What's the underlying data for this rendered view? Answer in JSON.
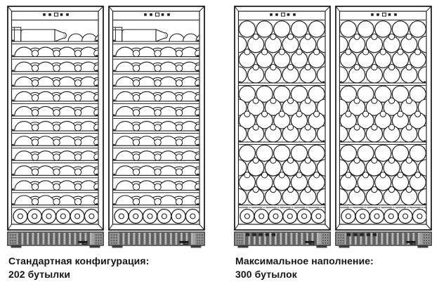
{
  "figures": [
    {
      "caption_line1": "Стандартная конфигурация:",
      "caption_line2": "202 бутылки",
      "fill_type": "shelves",
      "cabinet_count": 2
    },
    {
      "caption_line1": "Максимальное наполнение:",
      "caption_line2": "300 бутылок",
      "fill_type": "bulk",
      "cabinet_count": 2
    }
  ],
  "diagram": {
    "line_color": "#1f1f1f",
    "shadow_color": "#b4b4b4",
    "text_color": "#161616",
    "background": "#ffffff",
    "grille": {
      "base": "#a0a0a0",
      "bar": "#5f5f5f",
      "cap": "#8f8f8f",
      "slot": "#f0f0f0"
    },
    "shelf_rows": 11,
    "bulk_sections": 3,
    "bulk_rows_per_section": 4,
    "standing_bottles": 6,
    "control_buttons": [
      "filled",
      "filled",
      "display",
      "filled",
      "filled"
    ]
  }
}
